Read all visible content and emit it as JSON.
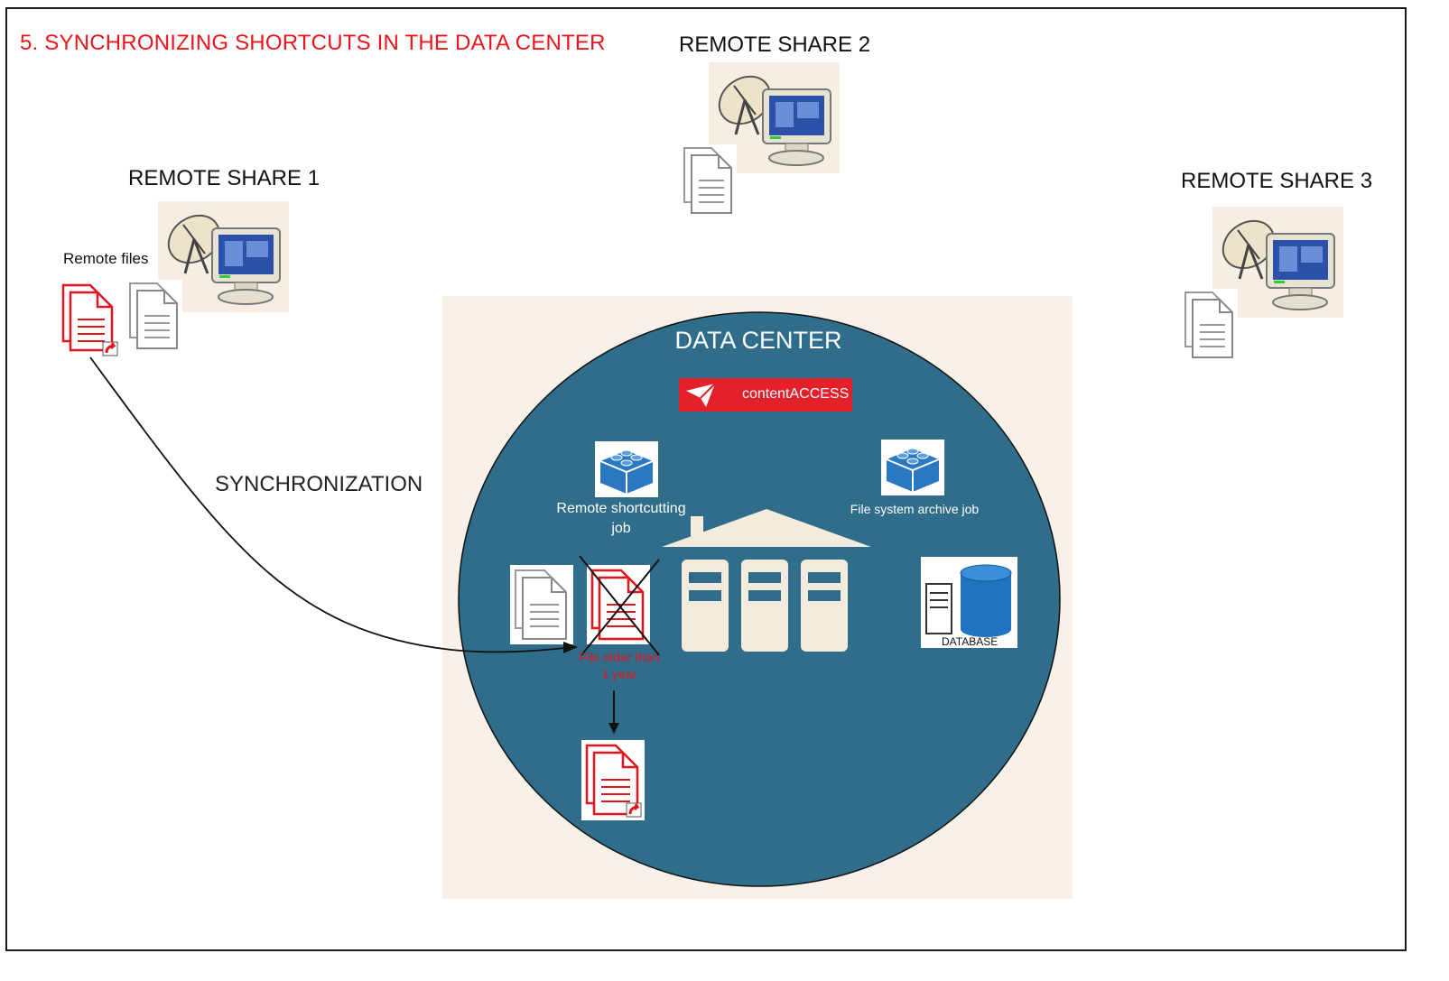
{
  "title": "5. SYNCHRONIZING SHORTCUTS IN THE DATA CENTER",
  "remote_share_1": {
    "label": "REMOTE SHARE 1",
    "files_label": "Remote files"
  },
  "remote_share_2": {
    "label": "REMOTE SHARE 2"
  },
  "remote_share_3": {
    "label": "REMOTE SHARE 3"
  },
  "sync_label": "SYNCHRONIZATION",
  "data_center": {
    "label": "DATA CENTER",
    "brand": "contentACCESS",
    "jobs": [
      {
        "label_line1": "Remote shortcutting",
        "label_line2": "job"
      },
      {
        "label": "File system archive job"
      }
    ],
    "database_label": "DATABASE",
    "condition_line1": "File older than",
    "condition_line2": "1 year"
  },
  "colors": {
    "accent_red": "#e4202b",
    "data_center_blue": "#2f6d8b",
    "lego_blue": "#2a78c2",
    "database_blue": "#1f73bf",
    "panel_cream": "#f7f1e9"
  },
  "icons": [
    "satellite-computer-icon",
    "document-stack-icon",
    "shortcut-document-icon",
    "lego-block-icon",
    "server-building-icon",
    "database-icon",
    "paper-plane-icon"
  ]
}
